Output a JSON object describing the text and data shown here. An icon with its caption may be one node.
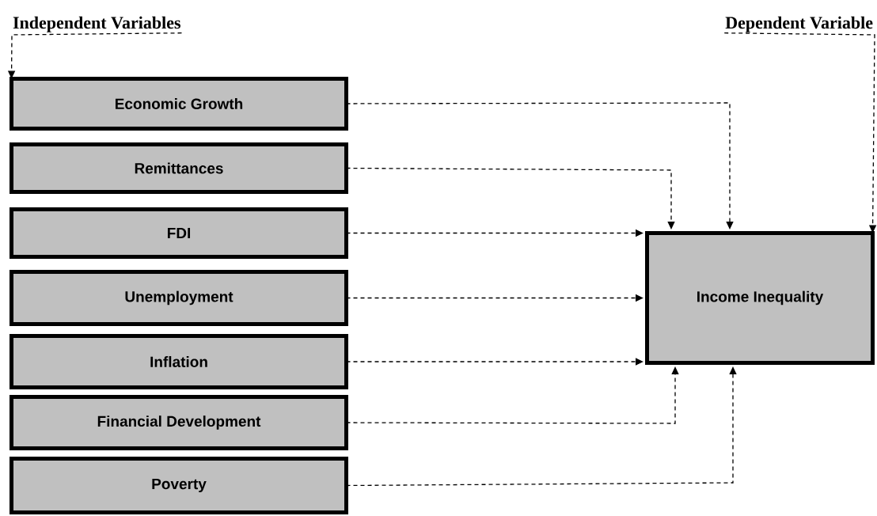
{
  "diagram": {
    "nodes": [
      {
        "text": [
          "Independent Variables"
        ]
      },
      {
        "text": [
          "Dependent Variable"
        ]
      },
      {
        "text": [
          "Economic Growth"
        ]
      },
      {
        "text": [
          "Remittances"
        ]
      },
      {
        "text": [
          "FDI"
        ]
      },
      {
        "text": [
          "Unemployment"
        ]
      },
      {
        "text": [
          "Inflation"
        ]
      },
      {
        "text": [
          "Financial Development"
        ]
      },
      {
        "text": [
          "Poverty"
        ]
      },
      {
        "text": [
          "Income Inequality"
        ]
      }
    ],
    "edges": [
      {
        "from": 0,
        "to": 2,
        "arrow": "to"
      },
      {
        "from": 1,
        "to": 9,
        "arrow": "to"
      },
      {
        "from": 2,
        "to": 9,
        "arrow": "to"
      },
      {
        "from": 3,
        "to": 9,
        "arrow": "to"
      },
      {
        "from": 4,
        "to": 9,
        "arrow": "to"
      },
      {
        "from": 5,
        "to": 9,
        "arrow": "to"
      },
      {
        "from": 6,
        "to": 9,
        "arrow": "to"
      },
      {
        "from": 7,
        "to": 9,
        "arrow": "to"
      },
      {
        "from": 8,
        "to": 9,
        "arrow": "to"
      }
    ]
  }
}
